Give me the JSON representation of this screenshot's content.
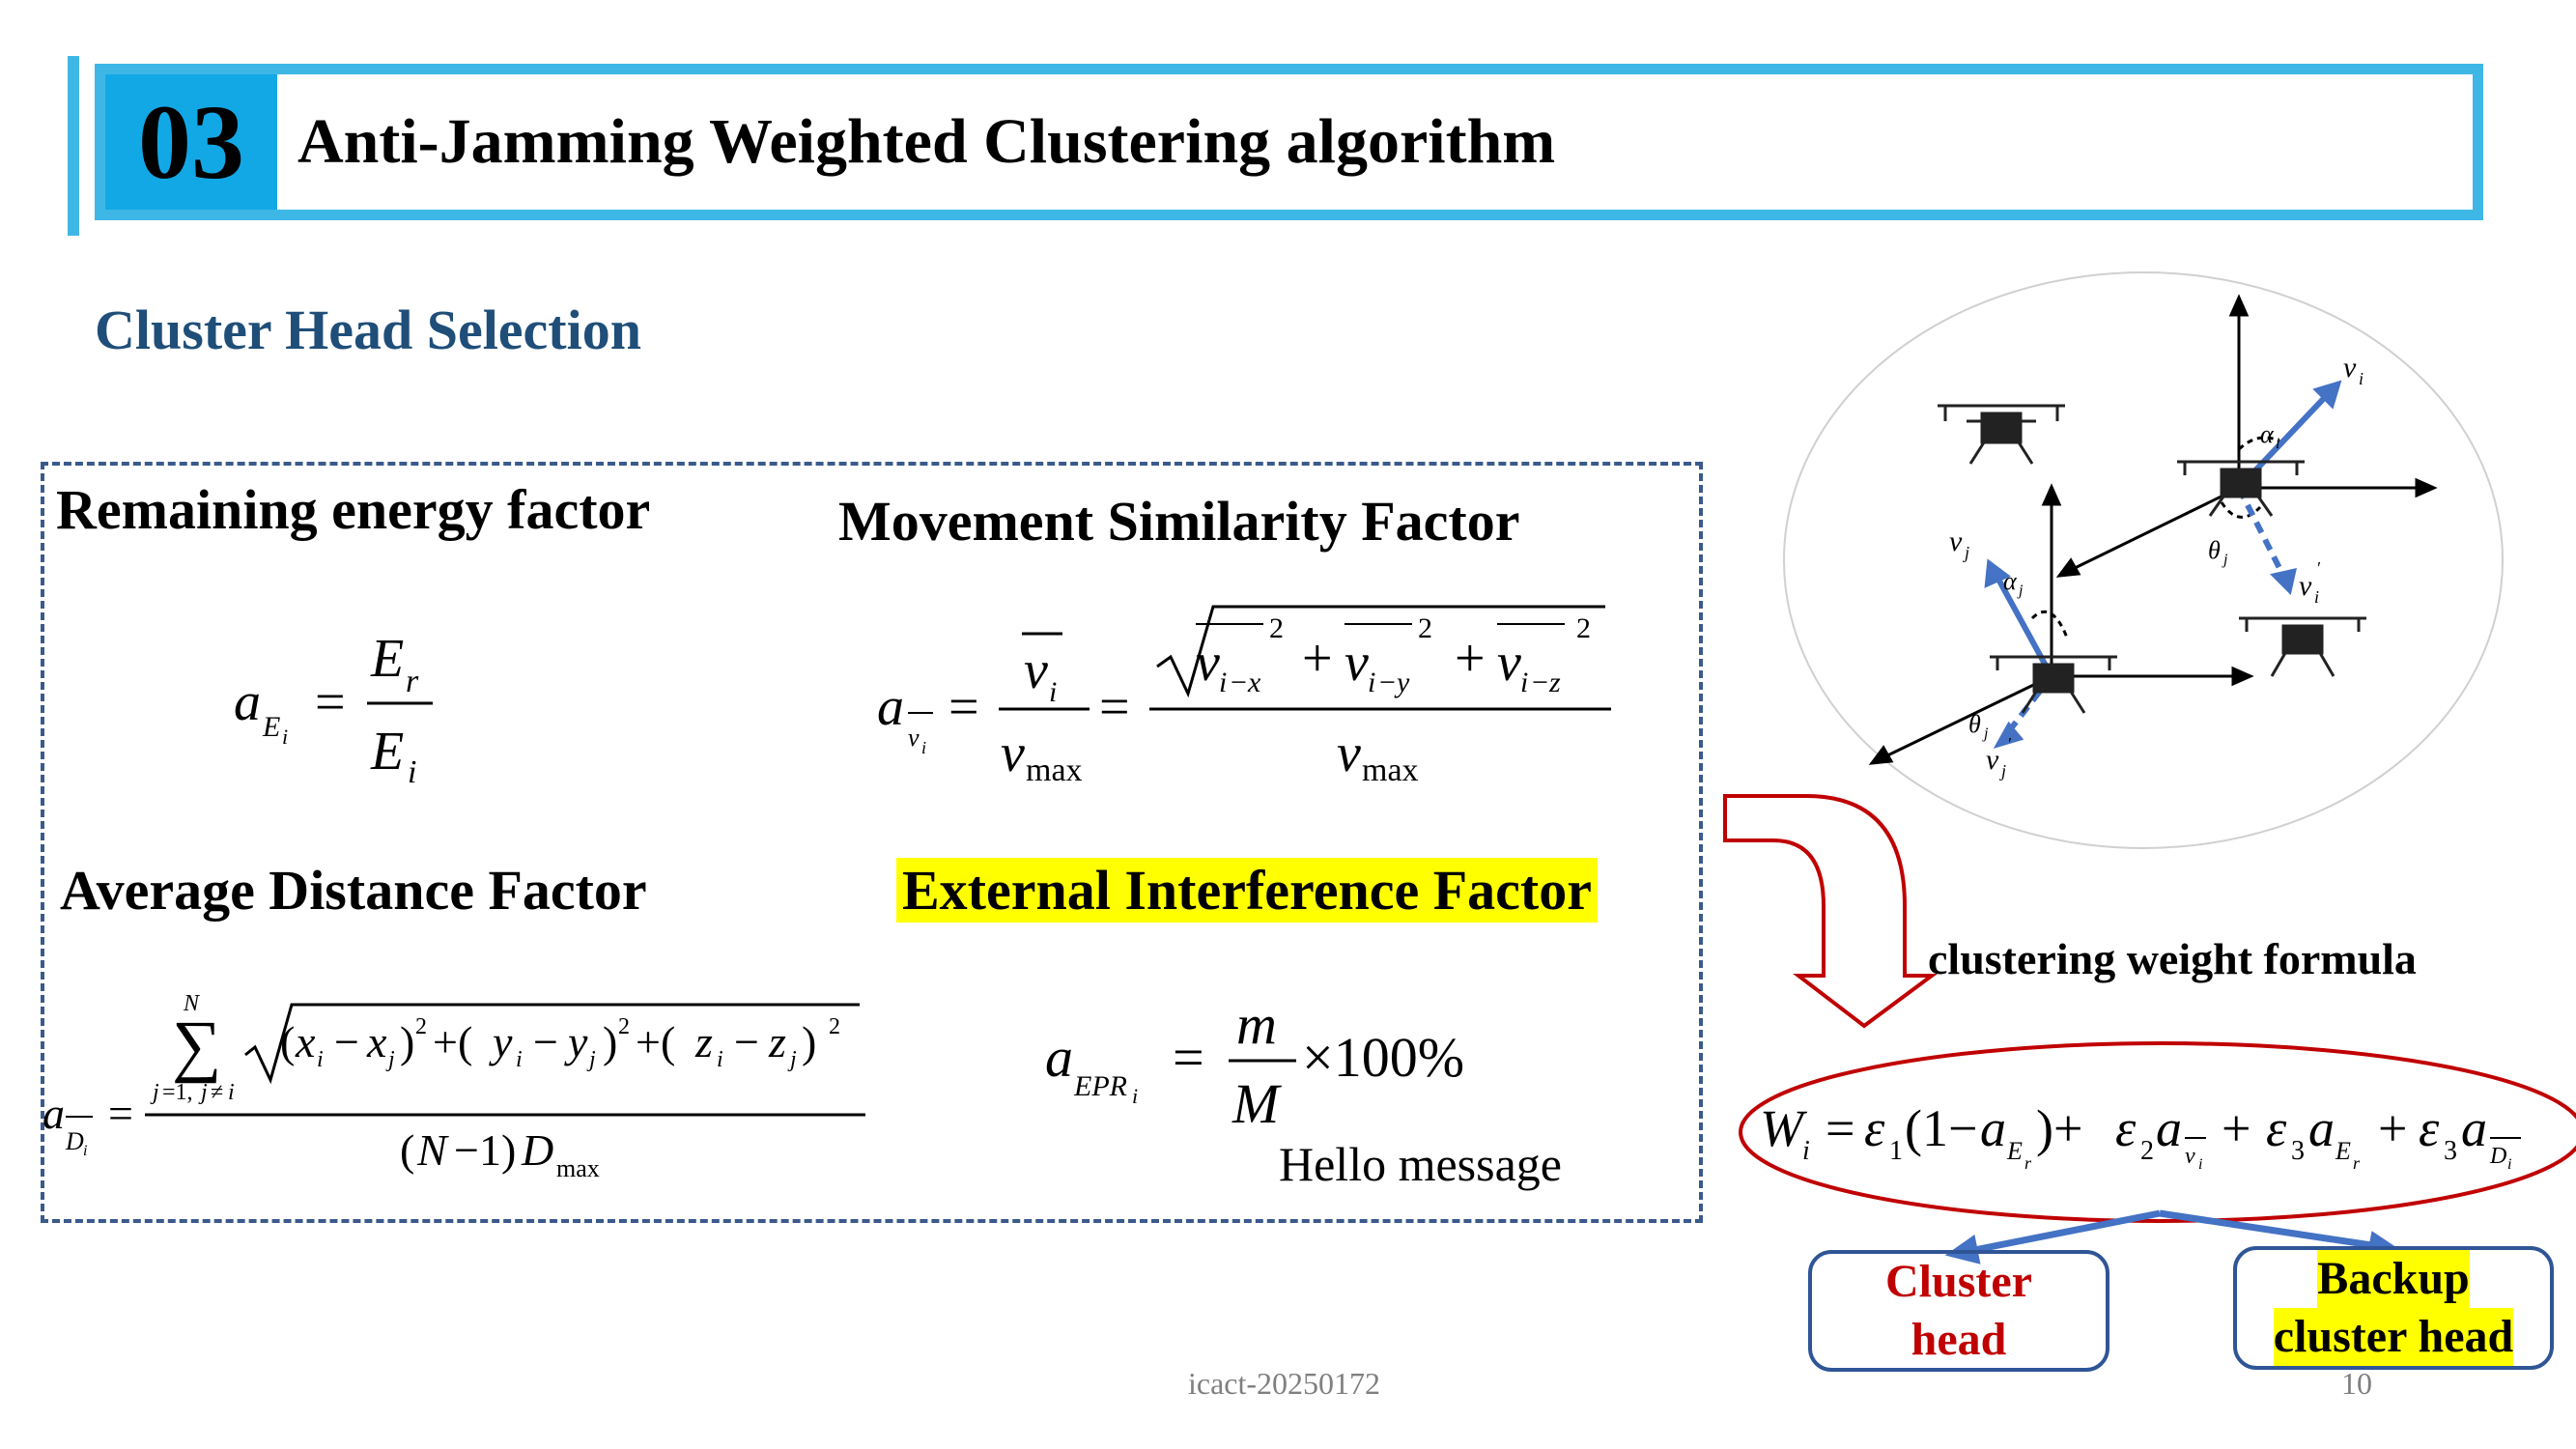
{
  "header": {
    "section_number": "03",
    "title": "Anti-Jamming Weighted Clustering algorithm"
  },
  "section_title": "Cluster Head Selection",
  "factors": {
    "energy_label": "Remaining energy factor",
    "movement_label": "Movement Similarity Factor",
    "distance_label": "Average Distance Factor",
    "external_label": "External Interference Factor",
    "hello_message": "Hello message"
  },
  "right_panel": {
    "clustering_weight_label": "clustering weight formula",
    "cluster_head_line1": "Cluster",
    "cluster_head_line2": "head",
    "backup_line1": "Backup",
    "backup_line2": "cluster head"
  },
  "footer": {
    "conference_id": "icact-20250172",
    "page_number": "10"
  },
  "colors": {
    "accent_blue": "#3fb7e6",
    "number_block": "#12a8e6",
    "section_title": "#1f4e79",
    "highlight": "#ffff00",
    "cluster_head_red": "#c00000",
    "box_border": "#2f5597",
    "arrow_red": "#c00000",
    "vector_blue": "#4472c4"
  },
  "icons": {
    "drone": "drone-icon",
    "down_arrow": "curved-down-arrow-icon"
  }
}
